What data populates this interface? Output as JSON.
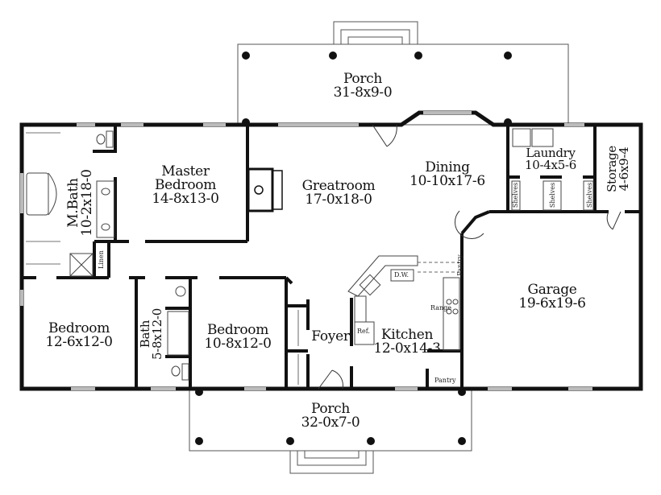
{
  "plan": {
    "rooms": [
      {
        "id": "porch-rear",
        "name": "Porch",
        "dims": "31-8x9-0"
      },
      {
        "id": "master-bath",
        "name": "M.Bath",
        "dims": "10-2x18-0"
      },
      {
        "id": "master-bedroom",
        "name": "Master Bedroom",
        "name_line1": "Master",
        "name_line2": "Bedroom",
        "dims": "14-8x13-0"
      },
      {
        "id": "greatroom",
        "name": "Greatroom",
        "dims": "17-0x18-0"
      },
      {
        "id": "dining",
        "name": "Dining",
        "dims": "10-10x17-6"
      },
      {
        "id": "laundry",
        "name": "Laundry",
        "dims": "10-4x5-6"
      },
      {
        "id": "storage",
        "name": "Storage",
        "dims": "4-6x9-4"
      },
      {
        "id": "garage",
        "name": "Garage",
        "dims": "19-6x19-6"
      },
      {
        "id": "bedroom-2",
        "name": "Bedroom",
        "dims": "12-6x12-0"
      },
      {
        "id": "bath",
        "name": "Bath",
        "dims": "5-8x12-0"
      },
      {
        "id": "bedroom-3",
        "name": "Bedroom",
        "dims": "10-8x12-0"
      },
      {
        "id": "foyer",
        "name": "Foyer",
        "dims": ""
      },
      {
        "id": "kitchen",
        "name": "Kitchen",
        "dims": "12-0x14-3"
      },
      {
        "id": "porch-front",
        "name": "Porch",
        "dims": "32-0x7-0"
      }
    ],
    "fixtures": {
      "linen": "Linen",
      "shelves": "Shelves",
      "dishwasher": "D.W.",
      "refrigerator": "Ref.",
      "range": "Range",
      "pantry": "Pantry"
    },
    "colors": {
      "wall": "#111111",
      "thin": "#555555",
      "window": "#bbbbbb",
      "background": "#ffffff"
    }
  }
}
